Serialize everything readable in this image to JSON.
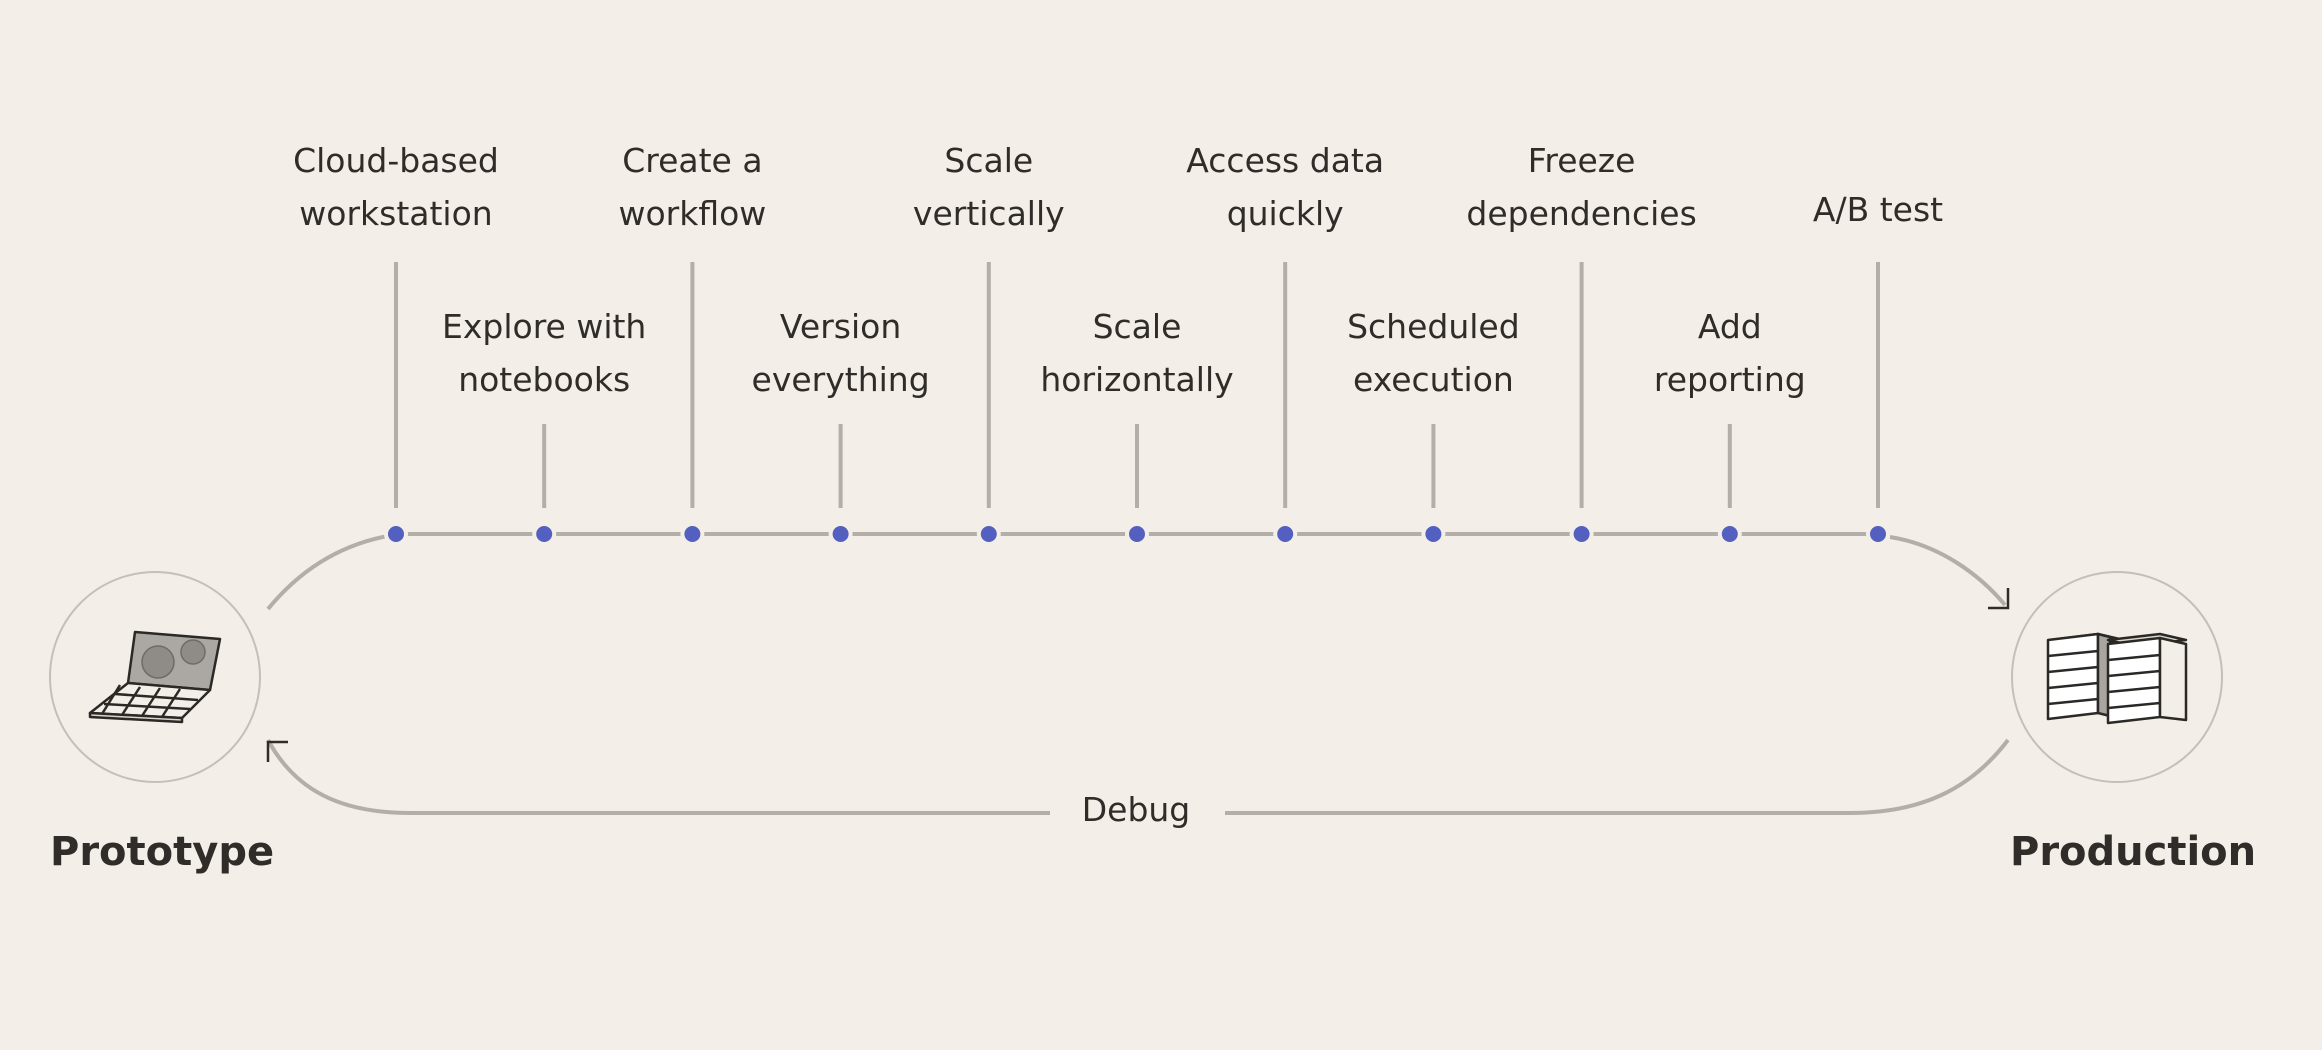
{
  "steps": [
    {
      "label": "Cloud-based\nworkstation"
    },
    {
      "label": "Explore with\nnotebooks"
    },
    {
      "label": "Create a\nworkflow"
    },
    {
      "label": "Version\neverything"
    },
    {
      "label": "Scale\nvertically"
    },
    {
      "label": "Scale\nhorizontally"
    },
    {
      "label": "Access data\nquickly"
    },
    {
      "label": "Scheduled\nexecution"
    },
    {
      "label": "Freeze\ndependencies"
    },
    {
      "label": "Add\nreporting"
    },
    {
      "label": "A/B test"
    }
  ],
  "start": {
    "label": "Prototype",
    "icon": "laptop-icon"
  },
  "end": {
    "label": "Production",
    "icon": "server-icon"
  },
  "loop": {
    "label": "Debug"
  },
  "colors": {
    "background": "#f4eee8",
    "node": "#5360c0",
    "line": "#b3aea8",
    "text": "#2f2c29"
  }
}
